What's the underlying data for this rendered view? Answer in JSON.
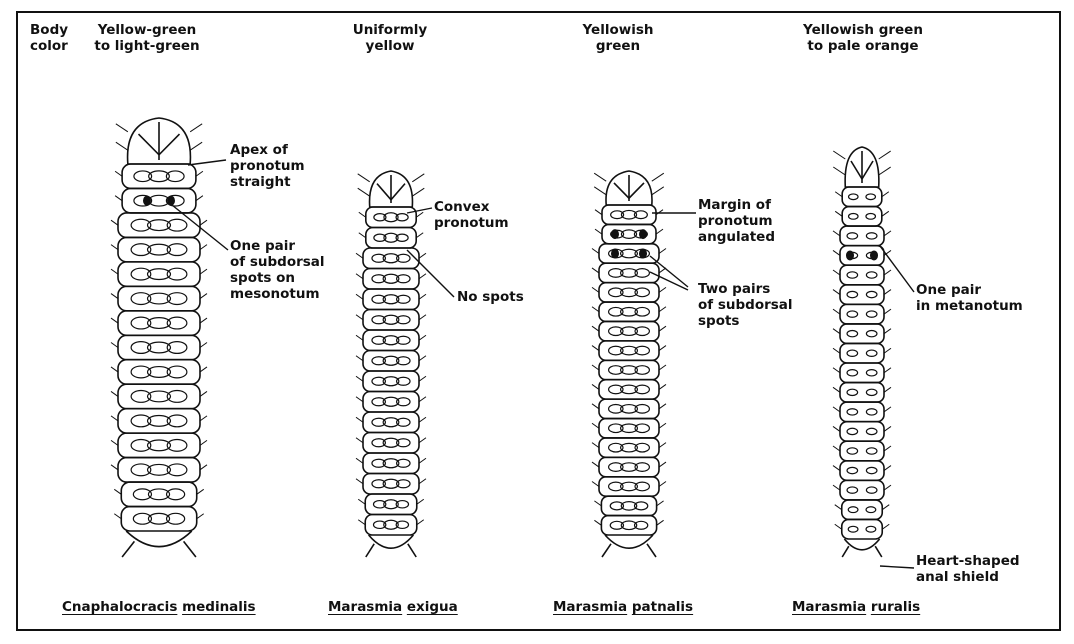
{
  "header": {
    "label": "Body\ncolor"
  },
  "species": [
    {
      "color": "Yellow-green\nto light-green",
      "genus": "Cnaphalocracis",
      "epithet": "medinalis",
      "annotations": [
        "Apex of\npronotum\nstraight",
        "One pair\nof subdorsal\nspots on\nmesonotum"
      ]
    },
    {
      "color": "Uniformly\nyellow",
      "genus": "Marasmia",
      "epithet": "exigua",
      "annotations": [
        "Convex\npronotum",
        "No spots"
      ]
    },
    {
      "color": "Yellowish\ngreen",
      "genus": "Marasmia",
      "epithet": "patnalis",
      "annotations": [
        "Margin of\npronotum\nangulated",
        "Two pairs\nof subdorsal\nspots"
      ]
    },
    {
      "color": "Yellowish green\nto pale orange",
      "genus": "Marasmia",
      "epithet": "ruralis",
      "annotations": [
        "One pair\nin metanotum",
        "Heart-shaped\nanal shield"
      ]
    }
  ]
}
